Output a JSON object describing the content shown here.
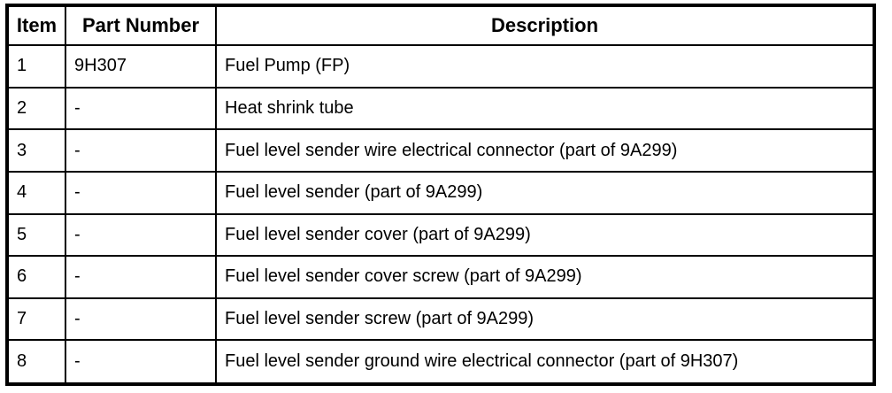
{
  "table": {
    "headers": {
      "item": "Item",
      "part_number": "Part Number",
      "description": "Description"
    },
    "rows": [
      {
        "item": "1",
        "part_number": "9H307",
        "description": "Fuel Pump (FP)"
      },
      {
        "item": "2",
        "part_number": "-",
        "description": "Heat shrink tube"
      },
      {
        "item": "3",
        "part_number": "-",
        "description": "Fuel level sender wire electrical connector (part of 9A299)"
      },
      {
        "item": "4",
        "part_number": "-",
        "description": "Fuel level sender (part of 9A299)"
      },
      {
        "item": "5",
        "part_number": "-",
        "description": "Fuel level sender cover (part of 9A299)"
      },
      {
        "item": "6",
        "part_number": "-",
        "description": "Fuel level sender cover screw (part of 9A299)"
      },
      {
        "item": "7",
        "part_number": "-",
        "description": "Fuel level sender screw (part of 9A299)"
      },
      {
        "item": "8",
        "part_number": "-",
        "description": "Fuel level sender ground wire electrical connector (part of 9H307)"
      }
    ],
    "colors": {
      "border": "#000000",
      "text": "#000000",
      "background": "#ffffff"
    }
  }
}
